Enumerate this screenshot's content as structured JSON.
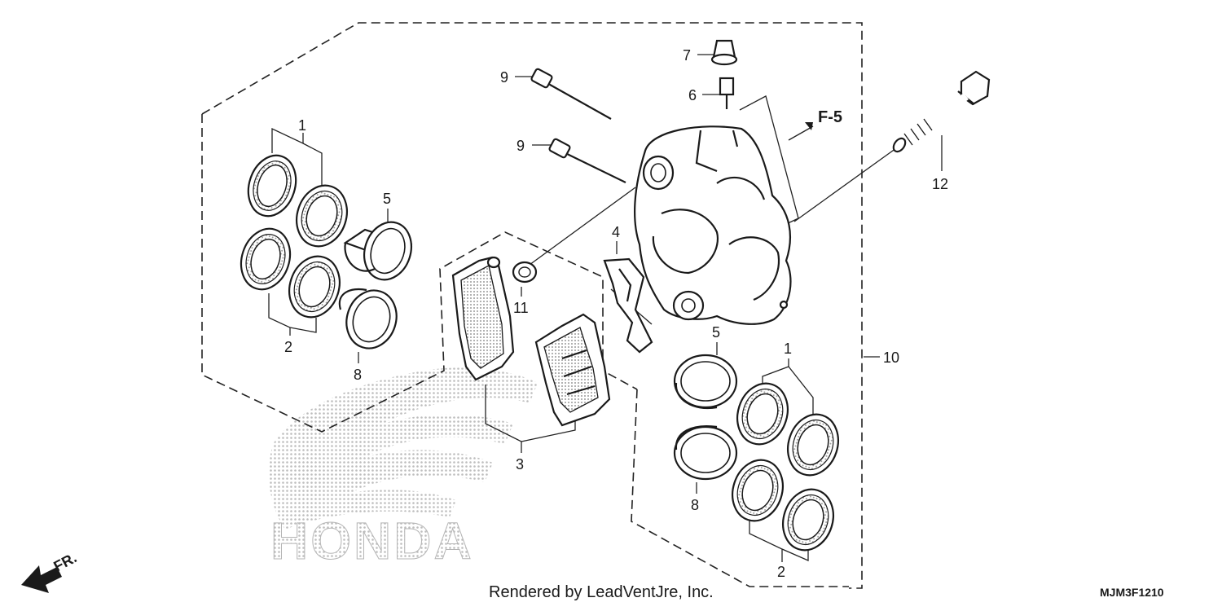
{
  "diagram": {
    "callouts": {
      "c1a": "1",
      "c2a": "2",
      "c5a": "5",
      "c8a": "8",
      "c9a": "9",
      "c9b": "9",
      "c7": "7",
      "c6": "6",
      "c4": "4",
      "c11": "11",
      "c3": "3",
      "c12": "12",
      "c10": "10",
      "c5b": "5",
      "c1b": "1",
      "c8b": "8",
      "c2b": "2"
    },
    "ref_label": "F-5",
    "front_label": "FR.",
    "watermark": "HONDA",
    "credit": "Rendered by LeadVentJre, Inc.",
    "diagram_code": "MJM3F1210"
  },
  "colors": {
    "ink": "#1a1a1a",
    "watermark": "#c8c8c8",
    "ring_inner": "#bdbdbd"
  }
}
